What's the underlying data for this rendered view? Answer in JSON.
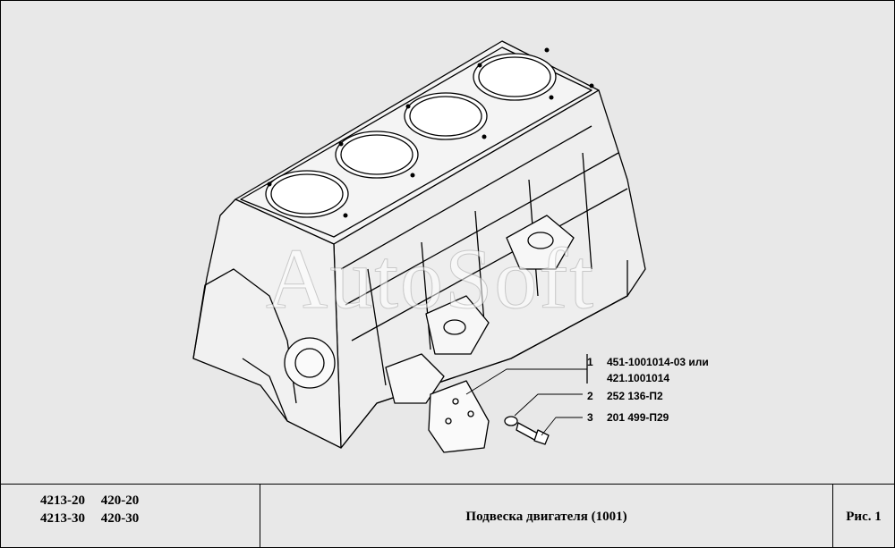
{
  "watermark": "AutoSoft",
  "callouts": [
    {
      "num": "1",
      "text": "451-1001014-03 или"
    },
    {
      "num": "",
      "text": "421.1001014"
    },
    {
      "num": "2",
      "text": "252 136-П2"
    },
    {
      "num": "3",
      "text": "201 499-П29"
    }
  ],
  "footer": {
    "models": [
      {
        "code": "4213-20",
        "variant": "420-20"
      },
      {
        "code": "4213-30",
        "variant": "420-30"
      }
    ],
    "title": "Подвеска двигателя (1001)",
    "figure": "Рис. 1"
  },
  "colors": {
    "background": "#e8e8e8",
    "line": "#000000"
  }
}
